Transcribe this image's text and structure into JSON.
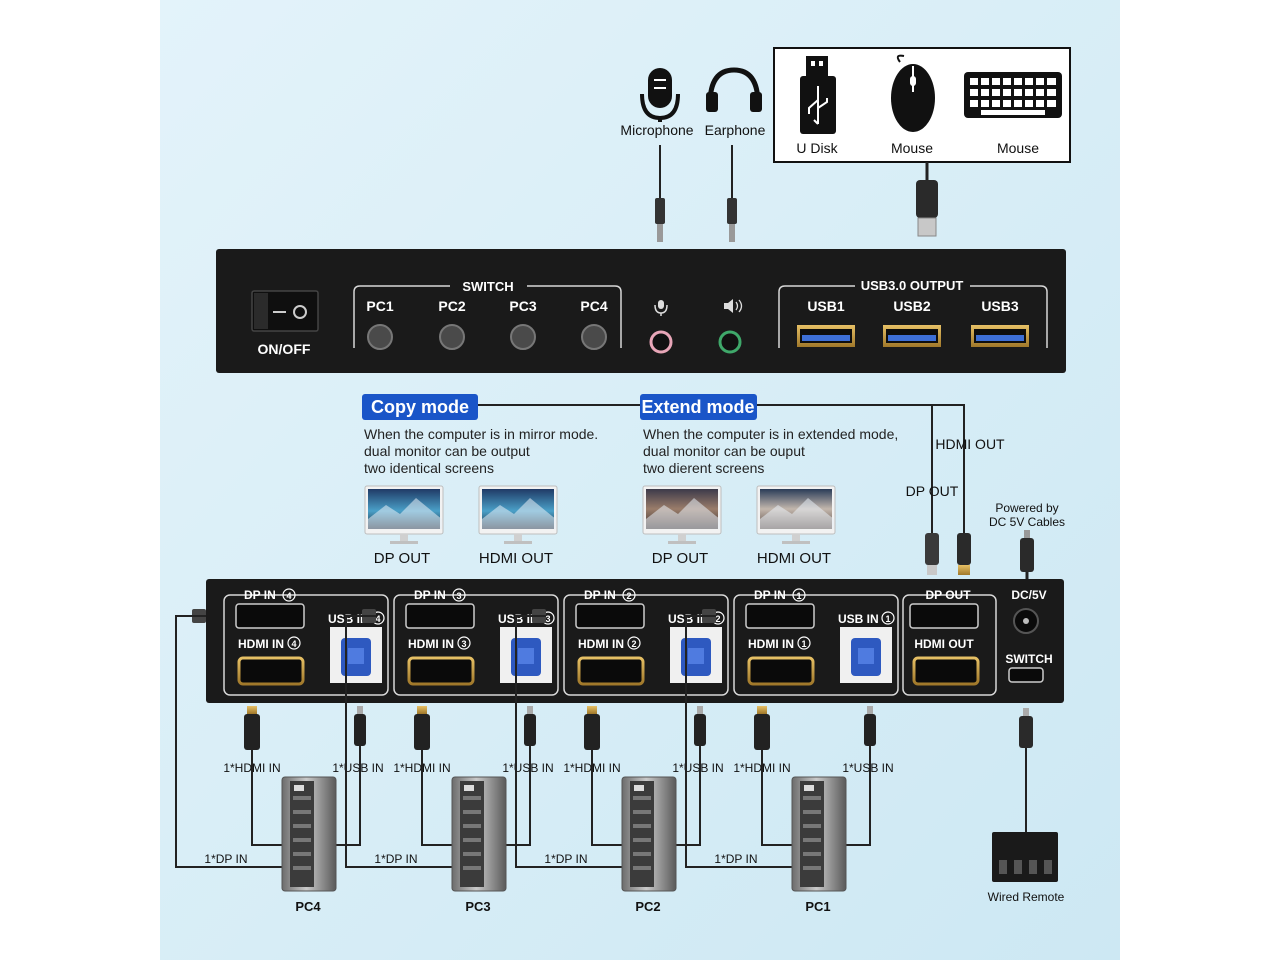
{
  "peripherals": {
    "microphone": "Microphone",
    "earphone": "Earphone",
    "u_disk": "U Disk",
    "mouse": "Mouse",
    "keyboard": "Mouse"
  },
  "front_panel": {
    "on_off": "ON/OFF",
    "switch_title": "SWITCH",
    "pc_buttons": [
      "PC1",
      "PC2",
      "PC3",
      "PC4"
    ],
    "usb_output_title": "USB3.0 OUTPUT",
    "usb_ports": [
      "USB1",
      "USB2",
      "USB3"
    ]
  },
  "modes": {
    "copy": {
      "title": "Copy mode",
      "lines": [
        "When the computer is in mirror mode.",
        "dual monitor can be output",
        "two identical screens"
      ],
      "monitors": [
        "DP OUT",
        "HDMI OUT"
      ]
    },
    "extend": {
      "title": "Extend mode",
      "lines": [
        "When the computer is in extended mode,",
        "dual monitor can be ouput",
        "two dierent screens"
      ],
      "monitors": [
        "DP OUT",
        "HDMI OUT"
      ]
    }
  },
  "cables": {
    "hdmi_out": "HDMI OUT",
    "dp_out": "DP OUT",
    "power_note": [
      "Powered by",
      "DC 5V Cables"
    ]
  },
  "back_panel": {
    "inputs": [
      {
        "dp": "DP IN",
        "hdmi": "HDMI IN",
        "usb": "USB IN",
        "num": "4"
      },
      {
        "dp": "DP IN",
        "hdmi": "HDMI IN",
        "usb": "USB IN",
        "num": "3"
      },
      {
        "dp": "DP IN",
        "hdmi": "HDMI IN",
        "usb": "USB IN",
        "num": "2"
      },
      {
        "dp": "DP IN",
        "hdmi": "HDMI IN",
        "usb": "USB IN",
        "num": "1"
      }
    ],
    "dp_out": "DP OUT",
    "hdmi_out": "HDMI OUT",
    "dc": "DC/5V",
    "switch": "SWITCH"
  },
  "pcs": [
    {
      "name": "PC4",
      "hdmi": "1*HDMI IN",
      "usb": "1*USB IN",
      "dp": "1*DP IN"
    },
    {
      "name": "PC3",
      "hdmi": "1*HDMI IN",
      "usb": "1*USB IN",
      "dp": "1*DP IN"
    },
    {
      "name": "PC2",
      "hdmi": "1*HDMI IN",
      "usb": "1*USB IN",
      "dp": "1*DP IN"
    },
    {
      "name": "PC1",
      "hdmi": "1*HDMI IN",
      "usb": "1*USB IN",
      "dp": "1*DP IN"
    }
  ],
  "remote": "Wired Remote",
  "colors": {
    "background": "#daf0f8",
    "device": "#1a1a1a",
    "accent_blue": "#1a55c8",
    "usb_blue": "#3d6fd6"
  }
}
